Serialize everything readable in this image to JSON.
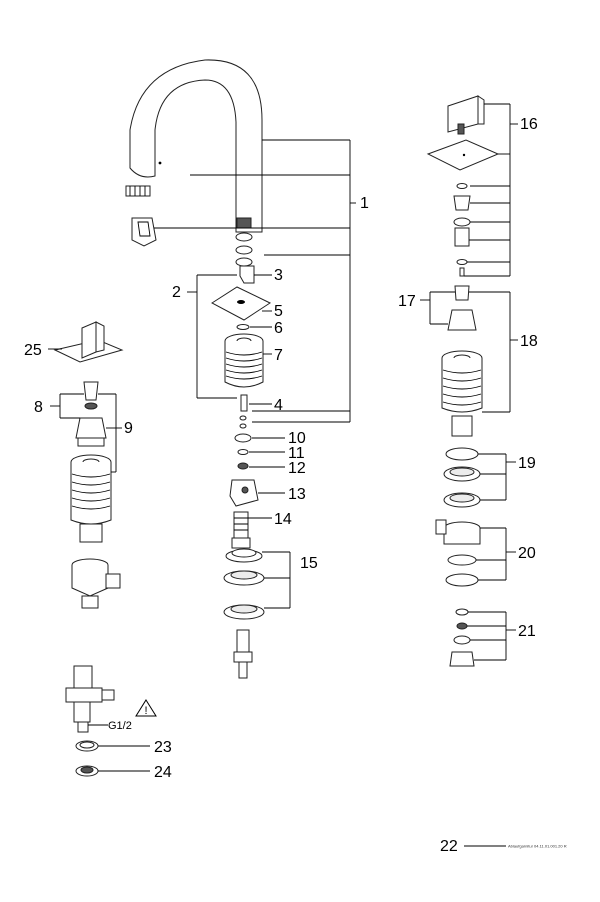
{
  "callouts": {
    "n1": "1",
    "n2": "2",
    "n3": "3",
    "n4": "4",
    "n5": "5",
    "n6": "6",
    "n7": "7",
    "n8": "8",
    "n9": "9",
    "n10": "10",
    "n11": "11",
    "n12": "12",
    "n13": "13",
    "n14": "14",
    "n15": "15",
    "n16": "16",
    "n17": "17",
    "n18": "18",
    "n19": "19",
    "n20": "20",
    "n21": "21",
    "n22": "22",
    "n23": "23",
    "n24": "24",
    "n25": "25"
  },
  "thread_label": "G1/2",
  "warning_symbol": "!",
  "footer_note": "Ablaufgarnitur 04.11.01.001.20 R"
}
